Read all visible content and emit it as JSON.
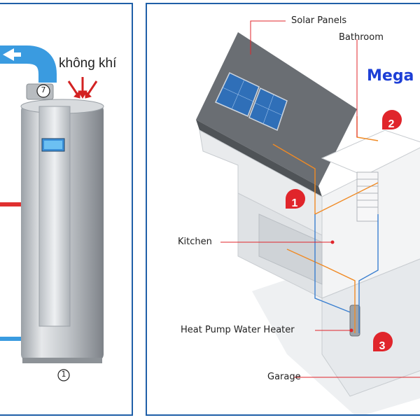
{
  "left": {
    "air_label": "không khí",
    "component_number_top": "7",
    "component_number_bottom": "1"
  },
  "right": {
    "brand": "Mega",
    "labels": {
      "solar_panels": "Solar Panels",
      "bathroom": "Bathroom",
      "kitchen": "Kitchen",
      "heat_pump": "Heat Pump Water Heater",
      "garage": "Garage"
    },
    "markers": [
      "1",
      "2",
      "3"
    ]
  },
  "colors": {
    "frame": "#1f5fa8",
    "pipe_blue": "#3a9be0",
    "pipe_red": "#e03030",
    "marker_red": "#e0252b",
    "brand_blue": "#1d3fd6"
  }
}
